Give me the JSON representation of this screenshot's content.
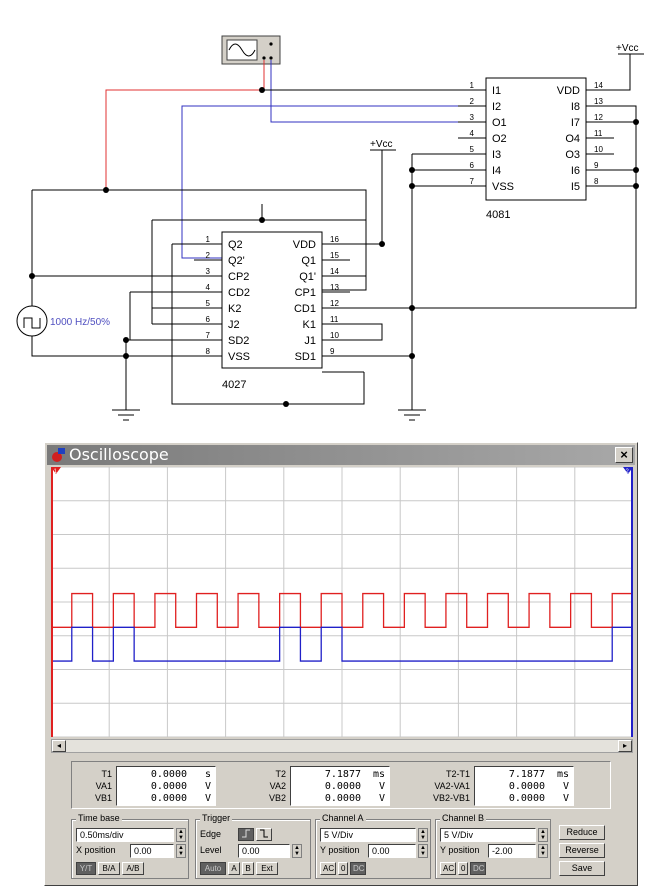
{
  "schematic": {
    "chip_a": {
      "name": "4027",
      "left_pins": [
        {
          "num": "1",
          "label": "Q2"
        },
        {
          "num": "2",
          "label": "Q2'"
        },
        {
          "num": "3",
          "label": "CP2"
        },
        {
          "num": "4",
          "label": "CD2"
        },
        {
          "num": "5",
          "label": "K2"
        },
        {
          "num": "6",
          "label": "J2"
        },
        {
          "num": "7",
          "label": "SD2"
        },
        {
          "num": "8",
          "label": "VSS"
        }
      ],
      "right_pins": [
        {
          "num": "16",
          "label": "VDD"
        },
        {
          "num": "15",
          "label": "Q1"
        },
        {
          "num": "14",
          "label": "Q1'"
        },
        {
          "num": "13",
          "label": "CP1"
        },
        {
          "num": "12",
          "label": "CD1"
        },
        {
          "num": "11",
          "label": "K1"
        },
        {
          "num": "10",
          "label": "J1"
        },
        {
          "num": "9",
          "label": "SD1"
        }
      ]
    },
    "chip_b": {
      "name": "4081",
      "left_pins": [
        {
          "num": "1",
          "label": "I1"
        },
        {
          "num": "2",
          "label": "I2"
        },
        {
          "num": "3",
          "label": "O1"
        },
        {
          "num": "4",
          "label": "O2"
        },
        {
          "num": "5",
          "label": "I3"
        },
        {
          "num": "6",
          "label": "I4"
        },
        {
          "num": "7",
          "label": "VSS"
        }
      ],
      "right_pins": [
        {
          "num": "14",
          "label": "VDD"
        },
        {
          "num": "13",
          "label": "I8"
        },
        {
          "num": "12",
          "label": "I7"
        },
        {
          "num": "11",
          "label": "O4"
        },
        {
          "num": "10",
          "label": "O3"
        },
        {
          "num": "9",
          "label": "I6"
        },
        {
          "num": "8",
          "label": "I5"
        }
      ]
    },
    "vcc_label": "+Vcc",
    "source_label": "1000 Hz/50%"
  },
  "scope": {
    "title": "Oscilloscope",
    "close_label": "×",
    "marker_1": "1",
    "marker_2": "2",
    "scroll_left": "◂",
    "scroll_right": "▸",
    "channel_a_color": "#e02020",
    "channel_b_color": "#2020c8",
    "grid": {
      "cols": 10,
      "rows": 8
    },
    "signals": {
      "channel_a": [
        0,
        1,
        0,
        1,
        0,
        1,
        0,
        1,
        0,
        1,
        0,
        1,
        0,
        1,
        0,
        1,
        0,
        1,
        0,
        1,
        0,
        1,
        0,
        1,
        0,
        1,
        0,
        1,
        0
      ],
      "channel_b": [
        0,
        1,
        0,
        1,
        0,
        0,
        0,
        0,
        0,
        0,
        0,
        1,
        0,
        1,
        0,
        0,
        0,
        0,
        0,
        0,
        0,
        0,
        0,
        0,
        0,
        0,
        0,
        1,
        0
      ]
    },
    "readouts": {
      "t1": {
        "labels": [
          "T1",
          "VA1",
          "VB1"
        ],
        "values": [
          "0.0000",
          "0.0000",
          "0.0000"
        ],
        "units": [
          "s",
          "V",
          "V"
        ]
      },
      "t2": {
        "labels": [
          "T2",
          "VA2",
          "VB2"
        ],
        "values": [
          "7.1877",
          "0.0000",
          "0.0000"
        ],
        "units": [
          "ms",
          "V",
          "V"
        ]
      },
      "diff": {
        "labels": [
          "T2-T1",
          "VA2-VA1",
          "VB2-VB1"
        ],
        "values": [
          "7.1877",
          "0.0000",
          "0.0000"
        ],
        "units": [
          "ms",
          "V",
          "V"
        ]
      }
    },
    "timebase": {
      "title": "Time base",
      "value": "0.50ms/div",
      "x_label": "X position",
      "x_value": "0.00",
      "buttons": [
        "Y/T",
        "B/A",
        "A/B"
      ]
    },
    "trigger": {
      "title": "Trigger",
      "edge_label": "Edge",
      "level_label": "Level",
      "level_value": "0.00",
      "buttons": [
        "Auto",
        "A",
        "B",
        "Ext"
      ]
    },
    "channel_a": {
      "title": "Channel A",
      "value": "5 V/Div",
      "y_label": "Y position",
      "y_value": "0.00",
      "buttons": [
        "AC",
        "0",
        "DC"
      ]
    },
    "channel_b": {
      "title": "Channel B",
      "value": "5 V/Div",
      "y_label": "Y position",
      "y_value": "-2.00",
      "buttons": [
        "AC",
        "0",
        "DC"
      ]
    },
    "side_buttons": [
      "Reduce",
      "Reverse",
      "Save"
    ]
  }
}
